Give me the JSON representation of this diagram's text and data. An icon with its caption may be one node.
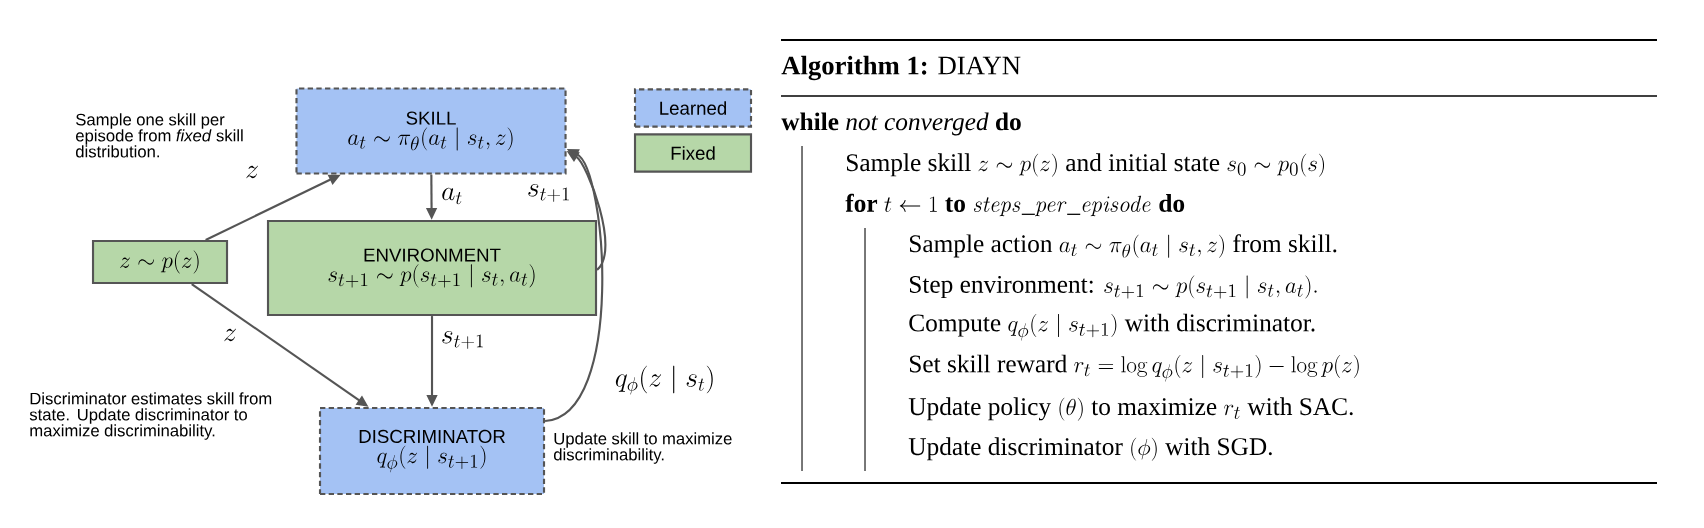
{
  "diagram": {
    "title": "**Algorithm 1:** DIAYN",
    "nodes": [
      {
        "text": [
          "SKILL",
          "a_t \\sim \\pi_\\theta(a_t \\mid s_t, z)"
        ]
      },
      {
        "text": [
          "ENVIRONMENT",
          "s_{t+1} \\sim p(s_{t+1} \\mid s_t, a_t)"
        ]
      },
      {
        "text": [
          "DISCRIMINATOR",
          "q_\\phi(z \\mid s_{t+1})"
        ]
      },
      {
        "text": [
          "z \\sim p(z)"
        ]
      }
    ],
    "edges": [
      {
        "from": 3,
        "to": 0,
        "arrow": "to",
        "label": "z"
      },
      {
        "from": 3,
        "to": 2,
        "arrow": "to",
        "label": "z"
      },
      {
        "from": 0,
        "to": 1,
        "arrow": "to",
        "label": "a_t"
      },
      {
        "from": 1,
        "to": 0,
        "arrow": "to",
        "label": "s_{t+1}"
      },
      {
        "from": 1,
        "to": 2,
        "arrow": "to",
        "label": "s_{t+1}"
      },
      {
        "from": 2,
        "to": 0,
        "arrow": "to",
        "label": "q_\\phi(z \\mid s_t)"
      }
    ],
    "labels": [
      "Sample one skill per episode from *fixed* skill distribution.",
      "Discriminator estimates skill from state. Update discriminator to maximize discriminability.",
      "Update skill to maximize discriminability.",
      "**while** *not converged* **do**",
      "\\text{Sample skill } z \\sim p(z) \\text{ and initial state } s_0 \\sim p_0(s)",
      "\\textbf{for } t \\leftarrow 1 \\textbf{ to } \\mathit{steps\\_per\\_episode} \\textbf{ do}",
      "\\text{Sample action } a_t \\sim \\pi_\\theta(a_t \\mid s_t, z) \\text{ from skill.}",
      "\\text{Step environment: } s_{t+1} \\sim p(s_{t+1} \\mid s_t, a_t).",
      "\\text{Compute } q_\\phi(z \\mid s_{t+1}) \\text{ with discriminator.}",
      "\\text{Set skill reward } r_t = \\log q_\\phi(z \\mid s_{t+1}) - \\log p(z)",
      "\\text{Update policy } (\\theta) \\text{ to maximize } r_t \\text{ with SAC.}",
      "\\text{Update discriminator } (\\phi) \\text{ with SGD.}"
    ],
    "legend": [
      {
        "text": "Learned",
        "color": "#a4c2f4"
      },
      {
        "text": "Fixed",
        "color": "#b6d7a8"
      }
    ]
  }
}
